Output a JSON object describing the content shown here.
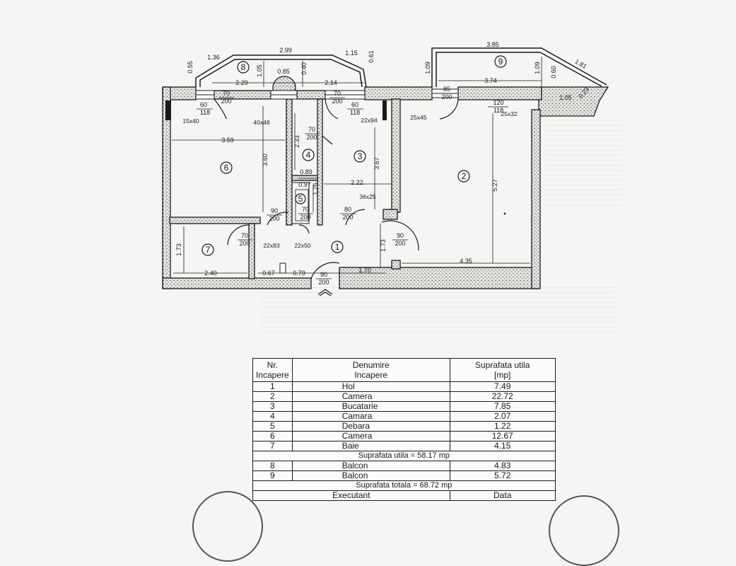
{
  "dimensions": {
    "d_0_55": "0.55",
    "d_1_36": "1.36",
    "d_2_99": "2.99",
    "d_1_15": "1.15",
    "d_0_61": "0.61",
    "d_1_05a": "1.05",
    "d_0_85": "0.85",
    "d_0_40": "0.40",
    "d_2_29": "2.29",
    "d_2_14": "2.14",
    "d_3_85": "3.85",
    "d_1_09a": "1.09",
    "d_1_09b": "1.09",
    "d_0_60": "0.60",
    "d_1_81": "1.81",
    "d_3_74": "3.74",
    "d_1_05b": "1.05",
    "d_0_23": "0.23",
    "d_3_59": "3.59",
    "d_3_60": "3.60",
    "d_2_33": "2.33",
    "d_0_89": "0.89",
    "d_0_97": "0.97",
    "d_1_26": "1.26",
    "d_2_22": "2.22",
    "d_3_67": "3.67",
    "d_5_27": "5.27",
    "d_4_35": "4.35",
    "d_1_73a": "1.73",
    "d_1_73b": "1.73",
    "d_2_40": "2.40",
    "d_0_67": "0.67",
    "d_0_79": "0.79",
    "d_1_70": "1.70"
  },
  "openings": {
    "w1_w": "60",
    "w1_h": "118",
    "w2_w": "70",
    "w2_h": "200",
    "w3_w": "70",
    "w3_h": "200",
    "w4_w": "60",
    "w4_h": "118",
    "w5_w": "85",
    "w5_h": "200",
    "w6_w": "120",
    "w6_h": "118",
    "d_c4_w": "70",
    "d_c4_h": "200",
    "d_c5_w": "70",
    "d_c5_h": "200",
    "d_c6_w": "90",
    "d_c6_h": "200",
    "d_c3_w": "80",
    "d_c3_h": "200",
    "d_c2_w": "90",
    "d_c2_h": "200",
    "d_c7_w": "70",
    "d_c7_h": "200",
    "d_main_w": "90",
    "d_main_h": "200"
  },
  "ducts": {
    "k1": "15x40",
    "k2": "40x48",
    "k3": "22x94",
    "k4": "25x45",
    "k5": "25x32",
    "k6": "36x25",
    "k7": "22x83",
    "k8": "22x50"
  },
  "room_numbers": [
    "1",
    "2",
    "3",
    "4",
    "5",
    "6",
    "7",
    "8",
    "9"
  ],
  "table": {
    "header_nr": "Nr.\nIncapere",
    "header_name": "Denumire\nIncapere",
    "header_area": "Suprafata utila\n[mp]",
    "rows": [
      {
        "nr": "1",
        "name": "Hol",
        "area": "7.49"
      },
      {
        "nr": "2",
        "name": "Camera",
        "area": "22.72"
      },
      {
        "nr": "3",
        "name": "Bucatarie",
        "area": "7.85"
      },
      {
        "nr": "4",
        "name": "Camara",
        "area": "2.07"
      },
      {
        "nr": "5",
        "name": "Debara",
        "area": "1.22"
      },
      {
        "nr": "6",
        "name": "Camera",
        "area": "12.67"
      },
      {
        "nr": "7",
        "name": "Baie",
        "area": "4.15"
      }
    ],
    "useful_total": "Suprafata utila = 58.17 mp",
    "balcony_rows": [
      {
        "nr": "8",
        "name": "Balcon",
        "area": "4.83"
      },
      {
        "nr": "9",
        "name": "Balcon",
        "area": "5.72"
      }
    ],
    "grand_total": "Suprafata totala = 68.72 mp",
    "footer_left": "Executant",
    "footer_right": "Data"
  },
  "colors": {
    "ink": "#1a1a1a",
    "paper": "#f5f5f3",
    "wall_fill": "#d8d8d4"
  }
}
